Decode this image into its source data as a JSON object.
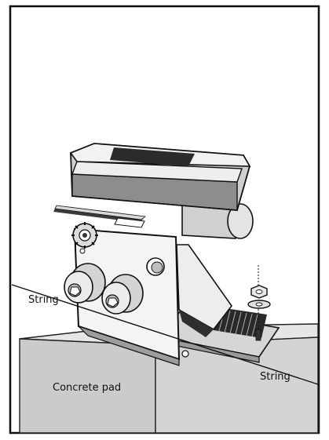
{
  "labels": {
    "string_left": "String",
    "string_right": "String",
    "pad": "Concrete pad"
  },
  "colors": {
    "frame": "#111111",
    "pad_fill": "#c9c9c9",
    "pad_top": "#e2e2e2",
    "housing_fill": "#d9d9d9",
    "housing_band": "#8e8e8e",
    "bracket_fill": "#f2f2f2",
    "dark_part": "#2a2a2a"
  }
}
